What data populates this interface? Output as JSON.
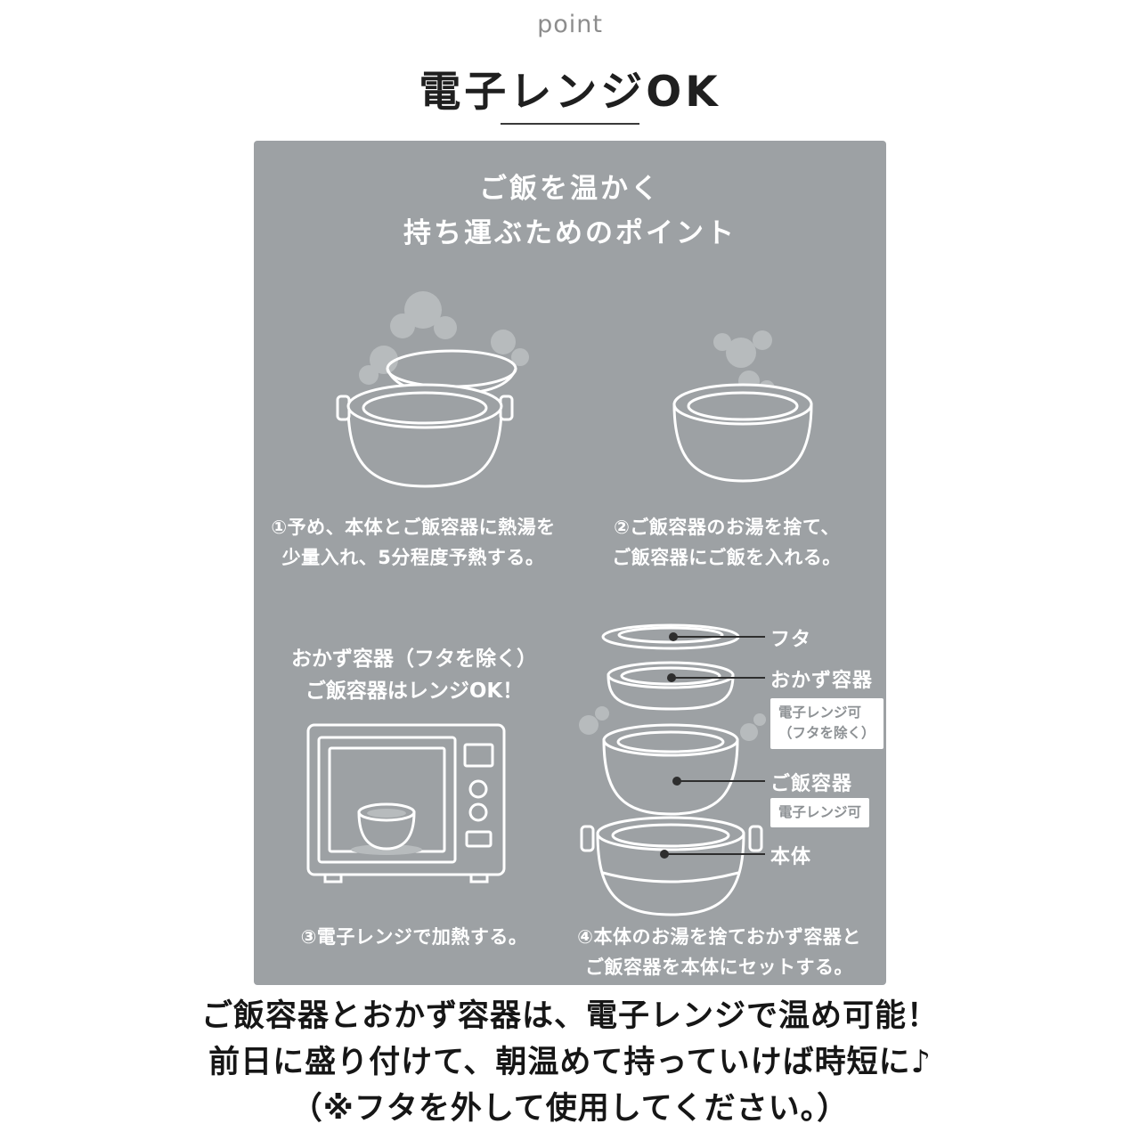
{
  "header": {
    "eyebrow": "point",
    "title": "電子レンジOK"
  },
  "panel": {
    "title_line1": "ご飯を温かく",
    "title_line2": "持ち運ぶためのポイント",
    "steps": [
      {
        "line1": "①予め、本体とご飯容器に熱湯を",
        "line2": "少量入れ、5分程度予熱する。"
      },
      {
        "line1": "②ご飯容器のお湯を捨て、",
        "line2": "ご飯容器にご飯を入れる。"
      },
      {
        "line1": "③電子レンジで加熱する。",
        "line2": ""
      },
      {
        "line1": "④本体のお湯を捨ておかず容器と",
        "line2": "ご飯容器を本体にセットする。"
      }
    ],
    "microwave_note_line1": "おかず容器（フタを除く）",
    "microwave_note_line2": "ご飯容器はレンジOK！",
    "diagram": {
      "lid_label": "フタ",
      "side_container_label": "おかず容器",
      "side_badge_line1": "電子レンジ可",
      "side_badge_line2": "（フタを除く）",
      "rice_container_label": "ご飯容器",
      "rice_badge": "電子レンジ可",
      "body_label": "本体"
    }
  },
  "footer": {
    "line1": "ご飯容器とおかず容器は、電子レンジで温め可能！",
    "line2": "前日に盛り付けて、朝温めて持っていけば時短に♪",
    "line3": "（※フタを外して使用してください。）"
  },
  "colors": {
    "panel_bg": "#9da1a4",
    "steam": "#b7bbbd",
    "text_on_panel": "#ffffff",
    "footer_text": "#161616",
    "accent_line": "#2e2e2e",
    "badge_bg": "#ffffff",
    "badge_text": "#8d9194"
  }
}
